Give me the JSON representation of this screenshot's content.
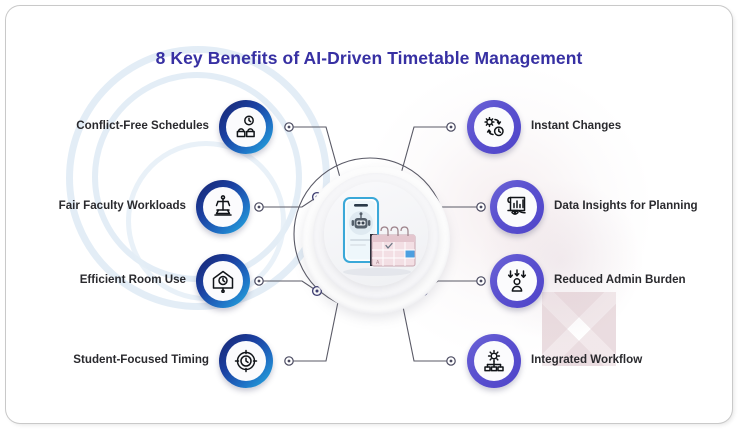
{
  "title": "8 Key Benefits of AI-Driven Timetable Management",
  "colors": {
    "title": "#3730a3",
    "left_ring_start": "#17246e",
    "left_ring_end": "#25aee0",
    "right_ring_start": "#6b63d6",
    "right_ring_end": "#4f45c9",
    "label_text": "#2a2a2e",
    "connector": "#5a5a66",
    "card_background": "#ffffff"
  },
  "center": {
    "illustration_name": "ai-timetable-illustration",
    "elements": [
      "smartphone",
      "chatbot-robot-face",
      "wall-calendar"
    ]
  },
  "benefits": [
    {
      "id": 1,
      "label": "Conflict-Free Schedules",
      "side": "left",
      "icon": "users-clock-icon",
      "ring": "blue"
    },
    {
      "id": 2,
      "label": "Fair Faculty Workloads",
      "side": "left",
      "icon": "balance-scale-icon",
      "ring": "blue"
    },
    {
      "id": 3,
      "label": "Efficient Room Use",
      "side": "left",
      "icon": "room-clock-icon",
      "ring": "blue"
    },
    {
      "id": 4,
      "label": "Student-Focused Timing",
      "side": "left",
      "icon": "target-clock-icon",
      "ring": "blue"
    },
    {
      "id": 5,
      "label": "Instant Changes",
      "side": "right",
      "icon": "gear-refresh-clock-icon",
      "ring": "purple"
    },
    {
      "id": 6,
      "label": "Data Insights for Planning",
      "side": "right",
      "icon": "chart-eye-icon",
      "ring": "purple"
    },
    {
      "id": 7,
      "label": "Reduced Admin Burden",
      "side": "right",
      "icon": "person-down-arrows-icon",
      "ring": "purple"
    },
    {
      "id": 8,
      "label": "Integrated Workflow",
      "side": "right",
      "icon": "gear-hierarchy-icon",
      "ring": "purple"
    }
  ]
}
